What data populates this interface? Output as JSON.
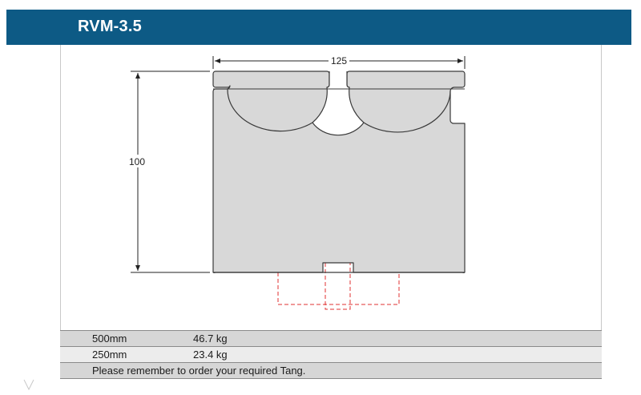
{
  "header": {
    "title": "RVM-3.5",
    "background_color": "#0d5a85"
  },
  "drawing": {
    "width_dimension": "125",
    "height_dimension": "100",
    "body_color": "#d8d8d8",
    "outline_color": "#3a3a3a",
    "tang_outline_color": "#e03030"
  },
  "specs": {
    "rows": [
      {
        "length": "500mm",
        "weight": "46.7 kg"
      },
      {
        "length": "250mm",
        "weight": "23.4 kg"
      }
    ],
    "note": "Please remember to order your required Tang."
  }
}
